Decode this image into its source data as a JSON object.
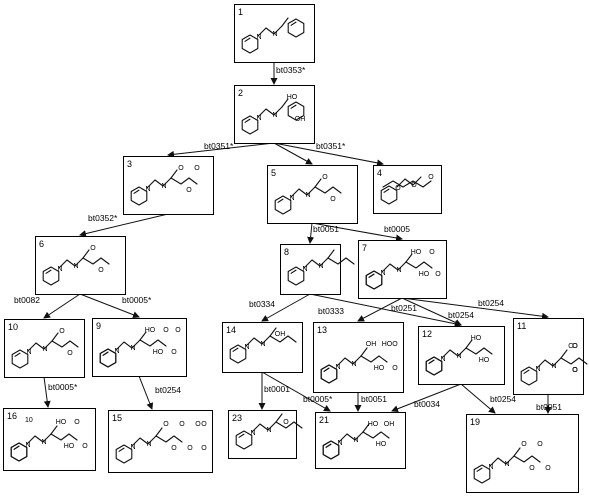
{
  "compounds": [
    {
      "id": "c1",
      "number": "1",
      "sub": "",
      "atoms": [
        {
          "t": "N"
        },
        {
          "t": "N"
        }
      ],
      "shape": "imine-phenyl"
    },
    {
      "id": "c2",
      "number": "2",
      "sub": "",
      "atoms": [
        {
          "t": "N"
        },
        {
          "t": "N"
        },
        {
          "t": "HO"
        },
        {
          "t": "OH"
        }
      ],
      "shape": "imine-catechol"
    },
    {
      "id": "c3",
      "number": "3",
      "sub": "",
      "atoms": [
        {
          "t": "N"
        },
        {
          "t": "N"
        },
        {
          "t": "O"
        },
        {
          "t": "O"
        },
        {
          "t": "O"
        }
      ],
      "shape": "imine-ketoacid-vinyl"
    },
    {
      "id": "c4",
      "number": "4",
      "sub": "",
      "atoms": [
        {
          "t": "O"
        },
        {
          "t": "O"
        },
        {
          "t": "O"
        }
      ],
      "shape": "pentenoate"
    },
    {
      "id": "c5",
      "number": "5",
      "sub": "",
      "atoms": [
        {
          "t": "N"
        },
        {
          "t": "N"
        },
        {
          "t": "O"
        },
        {
          "t": "O"
        }
      ],
      "shape": "imine-alanine"
    },
    {
      "id": "c6",
      "number": "6",
      "sub": "",
      "atoms": [
        {
          "t": "N"
        },
        {
          "t": "N"
        },
        {
          "t": "O"
        },
        {
          "t": "O"
        }
      ],
      "shape": "imine-butanoate"
    },
    {
      "id": "c7",
      "number": "7",
      "sub": "",
      "atoms": [
        {
          "t": "N"
        },
        {
          "t": "N"
        },
        {
          "t": "HO"
        },
        {
          "t": "HO"
        },
        {
          "t": "O"
        },
        {
          "t": "O"
        }
      ],
      "shape": "diol-alanine"
    },
    {
      "id": "c8",
      "number": "8",
      "sub": "",
      "atoms": [
        {
          "t": "N"
        },
        {
          "t": "N"
        }
      ],
      "shape": "imine-ethyl"
    },
    {
      "id": "c9",
      "number": "9",
      "sub": "",
      "atoms": [
        {
          "t": "N"
        },
        {
          "t": "N"
        },
        {
          "t": "HO"
        },
        {
          "t": "HO"
        },
        {
          "t": "O"
        },
        {
          "t": "O"
        },
        {
          "t": "O"
        }
      ],
      "shape": "diol-ketoacid"
    },
    {
      "id": "c10",
      "number": "10",
      "sub": "",
      "atoms": [
        {
          "t": "N"
        },
        {
          "t": "N"
        },
        {
          "t": "O"
        },
        {
          "t": "O"
        }
      ],
      "shape": "imine-butanoate-small"
    },
    {
      "id": "c11",
      "number": "11",
      "sub": "",
      "atoms": [
        {
          "t": "N"
        },
        {
          "t": "N"
        },
        {
          "t": "O"
        },
        {
          "t": "O"
        },
        {
          "t": "O"
        },
        {
          "t": "O"
        },
        {
          "t": "O"
        },
        {
          "t": "O"
        }
      ],
      "shape": "open-chain-11"
    },
    {
      "id": "c12",
      "number": "12",
      "sub": "",
      "atoms": [
        {
          "t": "N"
        },
        {
          "t": "N"
        },
        {
          "t": "HO"
        },
        {
          "t": "HO"
        }
      ],
      "shape": "diol-ethyl"
    },
    {
      "id": "c13",
      "number": "13",
      "sub": "",
      "atoms": [
        {
          "t": "N"
        },
        {
          "t": "N"
        },
        {
          "t": "OH"
        },
        {
          "t": "HO"
        },
        {
          "t": "HO"
        },
        {
          "t": "O"
        },
        {
          "t": "O"
        }
      ],
      "shape": "diol-serine"
    },
    {
      "id": "c14",
      "number": "14",
      "sub": "",
      "atoms": [
        {
          "t": "N"
        },
        {
          "t": "N"
        },
        {
          "t": "OH"
        }
      ],
      "shape": "imine-ethanol"
    },
    {
      "id": "c15",
      "number": "15",
      "sub": "",
      "atoms": [
        {
          "t": "N"
        },
        {
          "t": "N"
        },
        {
          "t": "O"
        },
        {
          "t": "O"
        },
        {
          "t": "O"
        },
        {
          "t": "O"
        },
        {
          "t": "O"
        },
        {
          "t": "O"
        },
        {
          "t": "O"
        }
      ],
      "shape": "open-chain-15"
    },
    {
      "id": "c16",
      "number": "16",
      "sub": "10",
      "atoms": [
        {
          "t": "N"
        },
        {
          "t": "N"
        },
        {
          "t": "HO"
        },
        {
          "t": "HO"
        },
        {
          "t": "O"
        },
        {
          "t": "O"
        }
      ],
      "shape": "diol-butanoate"
    },
    {
      "id": "c19",
      "number": "19",
      "sub": "",
      "atoms": [
        {
          "t": "N"
        },
        {
          "t": "N"
        },
        {
          "t": "O"
        },
        {
          "t": "O"
        },
        {
          "t": "O"
        },
        {
          "t": "O"
        }
      ],
      "shape": "open-chain-19"
    },
    {
      "id": "c21",
      "number": "21",
      "sub": "",
      "atoms": [
        {
          "t": "N"
        },
        {
          "t": "N"
        },
        {
          "t": "HO"
        },
        {
          "t": "HO"
        },
        {
          "t": "OH"
        }
      ],
      "shape": "diol-ethanol"
    },
    {
      "id": "c23",
      "number": "23",
      "sub": "",
      "atoms": [
        {
          "t": "N"
        },
        {
          "t": "N"
        },
        {
          "t": "O"
        }
      ],
      "shape": "imine-aldehyde"
    }
  ],
  "edges": [
    {
      "from": "c1",
      "to": "c2",
      "label": "bt0353*"
    },
    {
      "from": "c2",
      "to": "c3",
      "label": "bt0351*"
    },
    {
      "from": "c2",
      "to": "c5",
      "label": "bt0351*"
    },
    {
      "from": "c2",
      "to": "c4",
      "label": ""
    },
    {
      "from": "c3",
      "to": "c6",
      "label": "bt0352*"
    },
    {
      "from": "c5",
      "to": "c8",
      "label": "bt0051"
    },
    {
      "from": "c5",
      "to": "c7",
      "label": "bt0005"
    },
    {
      "from": "c6",
      "to": "c10",
      "label": "bt0082"
    },
    {
      "from": "c6",
      "to": "c9",
      "label": "bt0005*"
    },
    {
      "from": "c8",
      "to": "c14",
      "label": "bt0334"
    },
    {
      "from": "c8",
      "to": "c12",
      "label": "bt0251"
    },
    {
      "from": "c7",
      "to": "c13",
      "label": "bt0333"
    },
    {
      "from": "c7",
      "to": "c12",
      "label": "bt0254"
    },
    {
      "from": "c7",
      "to": "c11",
      "label": "bt0254"
    },
    {
      "from": "c10",
      "to": "c16",
      "label": "bt0005*"
    },
    {
      "from": "c9",
      "to": "c15",
      "label": "bt0254"
    },
    {
      "from": "c14",
      "to": "c23",
      "label": "bt0001"
    },
    {
      "from": "c14",
      "to": "c21",
      "label": "bt0005*"
    },
    {
      "from": "c13",
      "to": "c21",
      "label": "bt0051"
    },
    {
      "from": "c12",
      "to": "c21",
      "label": "bt0034"
    },
    {
      "from": "c12",
      "to": "c19",
      "label": "bt0254"
    },
    {
      "from": "c11",
      "to": "c19",
      "label": "bt0051"
    }
  ]
}
